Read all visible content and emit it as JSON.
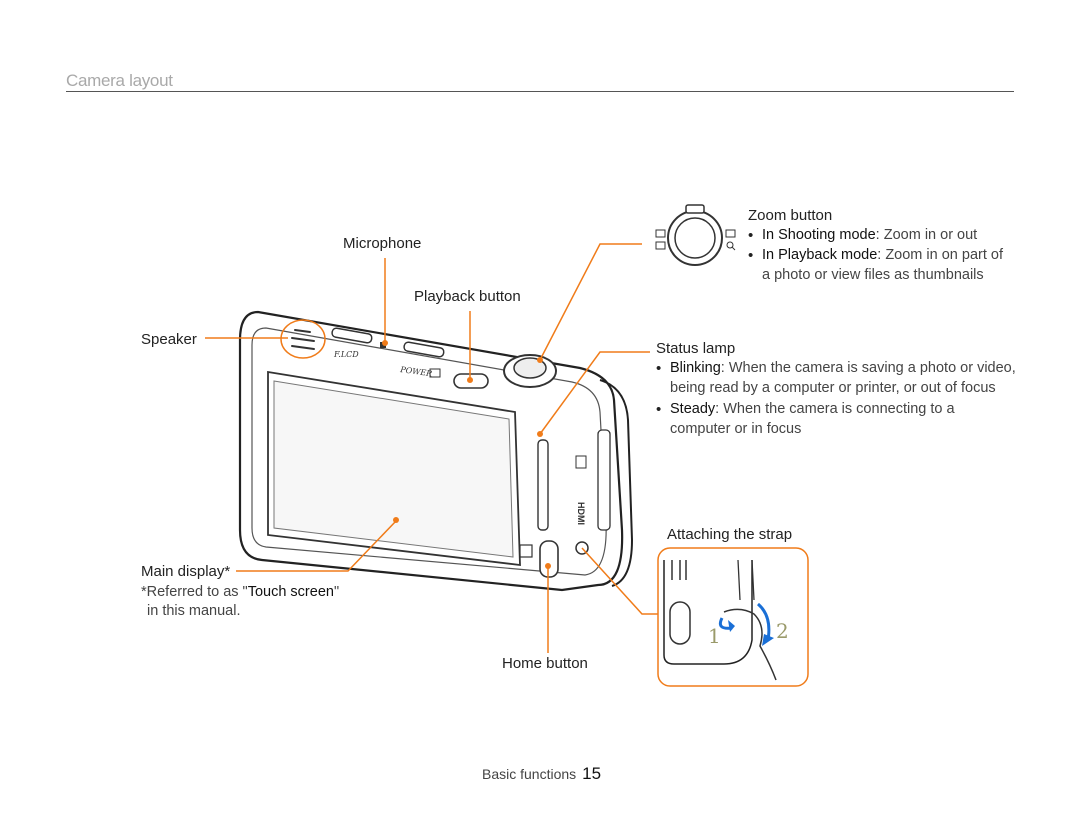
{
  "header": {
    "title": "Camera layout"
  },
  "callouts": {
    "microphone": "Microphone",
    "playback_button": "Playback button",
    "speaker": "Speaker",
    "main_display": "Main display*",
    "main_display_note_prefix": "*Referred to as \"",
    "main_display_note_term": "Touch screen",
    "main_display_note_suffix": "\"",
    "main_display_note_line2": "in this manual.",
    "home_button": "Home button",
    "zoom_button": "Zoom button",
    "zoom_item1_term": "In Shooting mode",
    "zoom_item1_text": ": Zoom in or out",
    "zoom_item2_term": "In Playback mode",
    "zoom_item2_text": ": Zoom in on part of",
    "zoom_item2_line2": "a photo or view files as thumbnails",
    "status_lamp": "Status lamp",
    "status_item1_term": "Blinking",
    "status_item1_text": ": When the camera is saving a photo or video,",
    "status_item1_line2": "being read by a computer or printer, or out of focus",
    "status_item2_term": "Steady",
    "status_item2_text": ": When the camera is connecting to a",
    "status_item2_line2": "computer or in focus",
    "attaching_strap": "Attaching the strap"
  },
  "camera": {
    "front_label": "F.LCD",
    "power_label": "POWER",
    "hdmi_label": "HDMI"
  },
  "strap": {
    "step1": "1",
    "step2": "2"
  },
  "footer": {
    "section": "Basic functions",
    "page": "15"
  },
  "colors": {
    "accent": "#f07c1a",
    "arrow_blue": "#1a6fd6",
    "header_gray": "#a9a9a9"
  }
}
